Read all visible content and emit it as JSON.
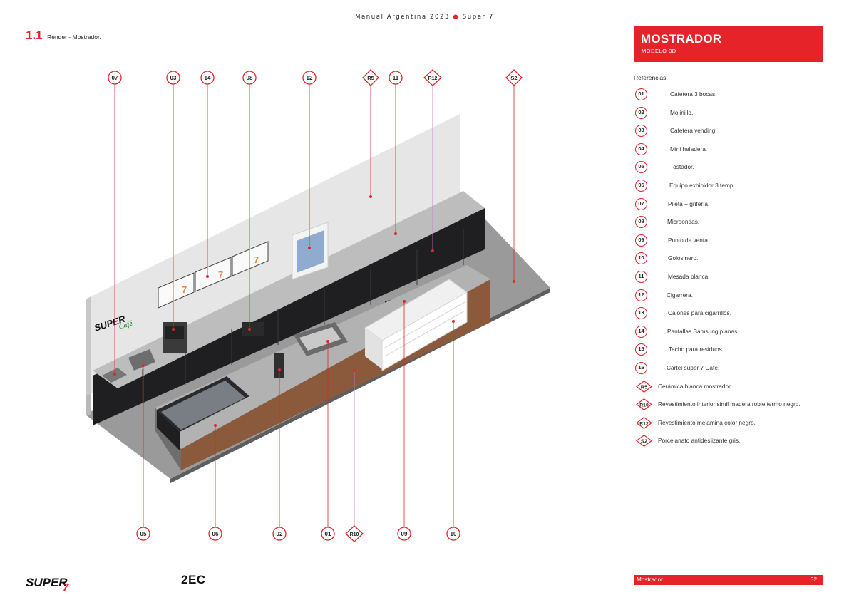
{
  "header": {
    "left": "Manual Argentina 2023",
    "right": "Super 7"
  },
  "section": {
    "number": "1.1",
    "title": "Render - Mostrador."
  },
  "render": {
    "wall_logo": {
      "super": "SUPER",
      "cafe": "Café"
    },
    "screen_digit": "7",
    "top_callouts": [
      {
        "label": "07",
        "shape": "circle"
      },
      {
        "label": "03",
        "shape": "circle"
      },
      {
        "label": "14",
        "shape": "circle"
      },
      {
        "label": "08",
        "shape": "circle"
      },
      {
        "label": "12",
        "shape": "circle"
      },
      {
        "label": "R5",
        "shape": "diamond"
      },
      {
        "label": "11",
        "shape": "circle"
      },
      {
        "label": "R12",
        "shape": "diamond"
      },
      {
        "label": "S2",
        "shape": "diamond"
      }
    ],
    "bottom_callouts": [
      {
        "label": "05",
        "shape": "circle"
      },
      {
        "label": "06",
        "shape": "circle"
      },
      {
        "label": "02",
        "shape": "circle"
      },
      {
        "label": "01",
        "shape": "circle"
      },
      {
        "label": "R10",
        "shape": "diamond"
      },
      {
        "label": "09",
        "shape": "circle"
      },
      {
        "label": "10",
        "shape": "circle"
      }
    ]
  },
  "panel": {
    "title": "MOSTRADOR",
    "subtitle": "MODELO 3D",
    "refs_heading": "Referencias."
  },
  "references": [
    {
      "code": "01",
      "shape": "circle",
      "text": "Cafetera 3 bocas."
    },
    {
      "code": "02",
      "shape": "circle",
      "text": "Molinillo."
    },
    {
      "code": "03",
      "shape": "circle",
      "text": "Cafetera vending."
    },
    {
      "code": "04",
      "shape": "circle",
      "text": "Mini heladera."
    },
    {
      "code": "05",
      "shape": "circle",
      "text": "Tostador."
    },
    {
      "code": "06",
      "shape": "circle",
      "text": "Equipo exhibidor 3 temp."
    },
    {
      "code": "07",
      "shape": "circle",
      "text": "Pileta + grifería."
    },
    {
      "code": "08",
      "shape": "circle",
      "text": "Microondas."
    },
    {
      "code": "09",
      "shape": "circle",
      "text": "Punto de venta"
    },
    {
      "code": "10",
      "shape": "circle",
      "text": "Golosinero."
    },
    {
      "code": "11",
      "shape": "circle",
      "text": "Mesada blanca."
    },
    {
      "code": "12",
      "shape": "circle",
      "text": "Cigarrera."
    },
    {
      "code": "13",
      "shape": "circle",
      "text": "Cajones para cigarrillos."
    },
    {
      "code": "14",
      "shape": "circle",
      "text": "Pantallas Samsung planas"
    },
    {
      "code": "15",
      "shape": "circle",
      "text": "Tacho para residuos."
    },
    {
      "code": "16",
      "shape": "circle",
      "text": "Cartel super 7 Café."
    },
    {
      "code": "R5",
      "shape": "diamond",
      "text": "Cerámica blanca mostrador."
    },
    {
      "code": "R10",
      "shape": "diamond",
      "text": "Revestimiento interior simil madera roble termo negro."
    },
    {
      "code": "R12",
      "shape": "diamond",
      "text": "Revestimiento melamina color negro."
    },
    {
      "code": "S2",
      "shape": "diamond",
      "text": "Porcelanato antideslizante gris."
    }
  ],
  "footer": {
    "logo": "SUPER",
    "logo_seven": "7",
    "partner": "2EC",
    "section": "Mostrador",
    "page": "32"
  },
  "colors": {
    "accent": "#e52329",
    "wood": "#8b5a3c",
    "cabinet": "#1f1f22",
    "floor": "#9a9a9a",
    "wall": "#e6e6e6"
  }
}
